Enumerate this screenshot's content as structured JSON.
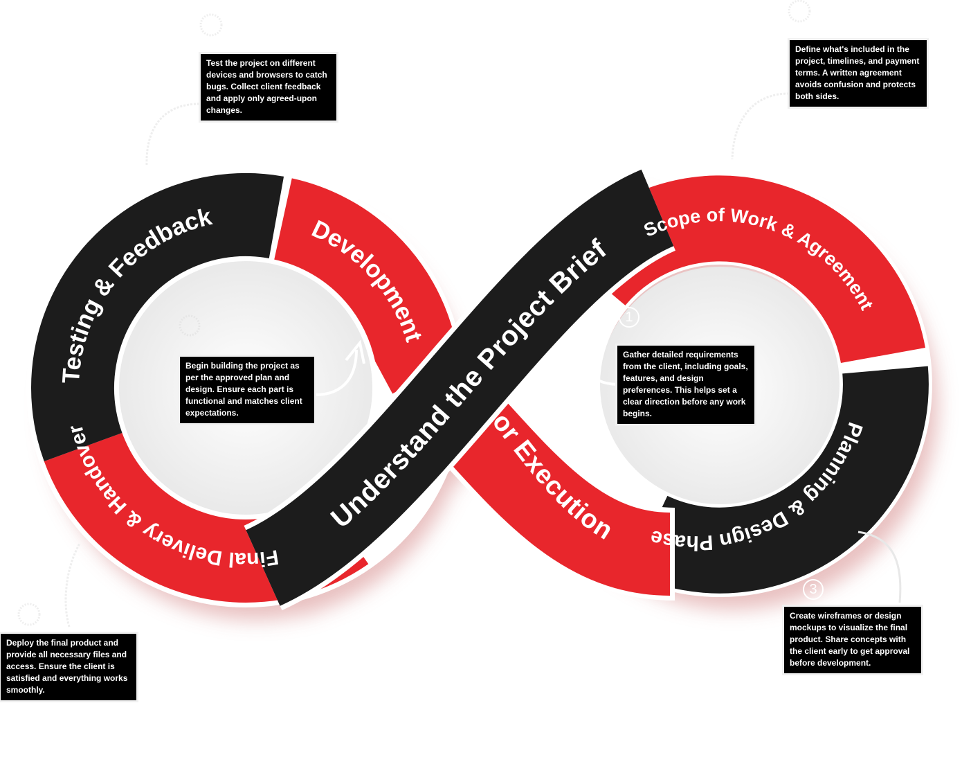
{
  "colors": {
    "red": "#e8262c",
    "black": "#1c1c1c",
    "shadow": "#e2b3b3"
  },
  "stages": {
    "understand": "Understand the Project Brief",
    "scope": "Scope of Work & Agreement",
    "planning": "Planning & Design Phase",
    "execution": "or Execution",
    "development": "Development",
    "testing": "Testing & Feedback",
    "delivery": "Final Delivery & Handover"
  },
  "callouts": {
    "testing": "Test the project on different devices and browsers to catch bugs. Collect client feedback and apply only agreed-upon changes.",
    "scope": "Define what's included in the project, timelines, and payment terms. A written agreement avoids confusion and protects both sides.",
    "development": "Begin building the project as per the approved plan and design. Ensure each part is functional and matches client expectations.",
    "understand": "Gather detailed requirements from the client, including goals, features, and design preferences. This helps set a clear direction before any work begins.",
    "planning": "Create wireframes or design mockups to visualize the final product. Share concepts with the client early to get approval before development.",
    "delivery": "Deploy the final product and provide all necessary files and access. Ensure the client is satisfied and everything works smoothly."
  },
  "step_numbers": {
    "understand": "1",
    "planning": "3"
  }
}
